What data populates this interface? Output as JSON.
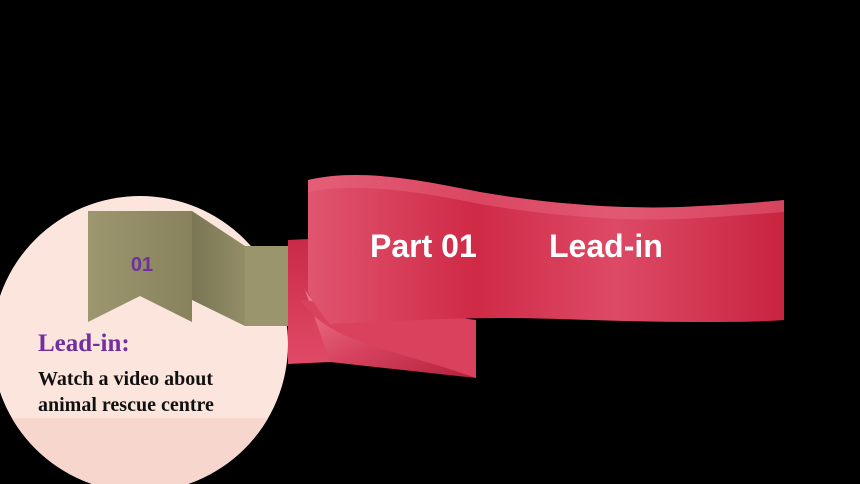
{
  "badge": {
    "number": "01",
    "heading": "Lead-in:",
    "description": "Watch a video about animal rescue centre"
  },
  "banner": {
    "part_label": "Part 01",
    "title": "Lead-in"
  },
  "colors": {
    "background": "#000000",
    "circle": "#fce5dd",
    "bookmark": "#8f8a64",
    "ribbon": "#d63451",
    "accent_purple": "#7030a0",
    "text_light": "#ffffff"
  }
}
